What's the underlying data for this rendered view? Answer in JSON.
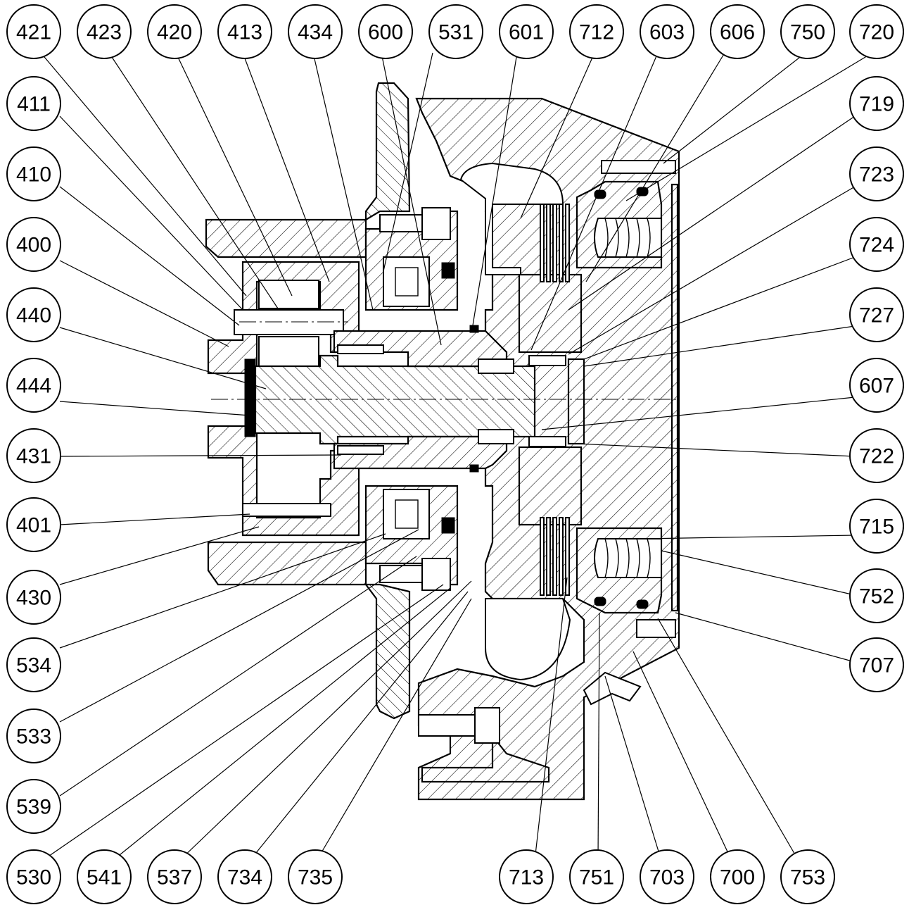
{
  "drawing": {
    "callouts_top": [
      "421",
      "423",
      "420",
      "413",
      "434",
      "600",
      "531",
      "601",
      "712",
      "603",
      "606",
      "750",
      "720"
    ],
    "callouts_left": [
      "411",
      "410",
      "400",
      "440",
      "444",
      "431",
      "401",
      "430",
      "534",
      "533",
      "539"
    ],
    "callouts_right": [
      "719",
      "723",
      "724",
      "727",
      "607",
      "722",
      "715",
      "752",
      "707"
    ],
    "callouts_bottom": [
      "530",
      "541",
      "537",
      "734",
      "735",
      "713",
      "751",
      "703",
      "700",
      "753"
    ]
  }
}
